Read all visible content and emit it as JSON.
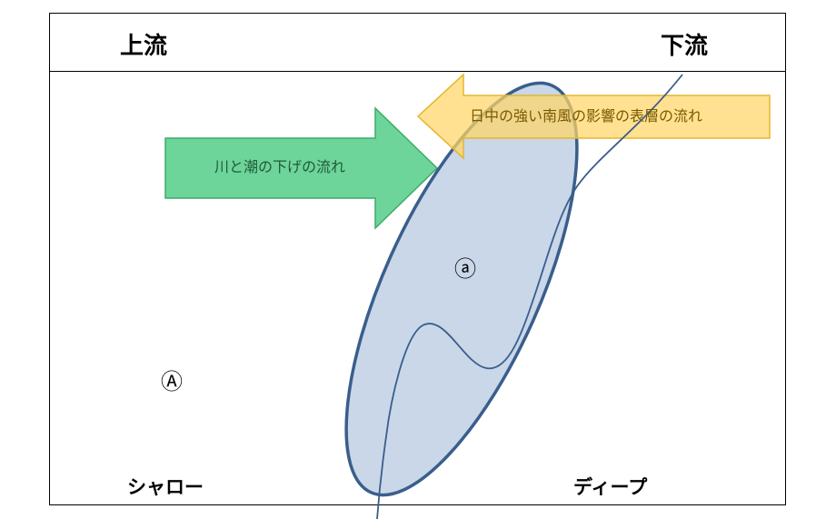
{
  "header": {
    "upstream": "上流",
    "downstream": "下流"
  },
  "corners": {
    "shallow": "シャロー",
    "deep": "ディープ"
  },
  "zones": {
    "large_a": "Ⓐ",
    "small_a": "ⓐ"
  },
  "arrows": {
    "river_tide": {
      "label": "川と潮の下げの流れ",
      "direction": "right",
      "fill": "#6dd49a",
      "stroke": "#3cab6b",
      "text_color": "#1f5a38"
    },
    "south_wind": {
      "label": "日中の強い南風の影響の表層の流れ",
      "direction": "left",
      "fill": "#ffd666",
      "stroke": "#e6b52e",
      "text_color": "#7a5a00"
    }
  },
  "colors": {
    "ellipse_fill": "#c9d7e8",
    "ellipse_stroke": "#3a5e8c",
    "frame": "#000000"
  }
}
